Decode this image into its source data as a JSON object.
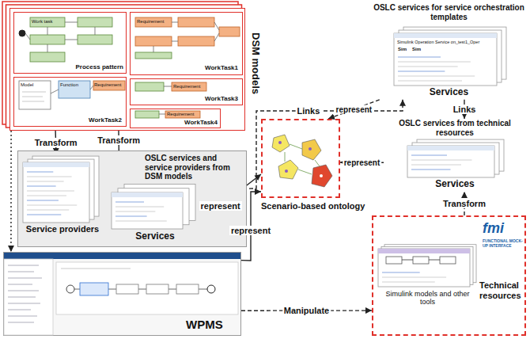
{
  "diagram": {
    "nodes": [
      {
        "text": [
          "DSM models"
        ]
      },
      {
        "text": [
          "Process pattern"
        ],
        "in": 0
      },
      {
        "text": [
          "WorkTask1"
        ],
        "in": 0
      },
      {
        "text": [
          "WorkTask2"
        ],
        "in": 0
      },
      {
        "text": [
          "WorkTask3"
        ],
        "in": 0
      },
      {
        "text": [
          "WorkTask4"
        ],
        "in": 0
      },
      {
        "text": [
          "OSLC services for service orchestration templates",
          "Services"
        ]
      },
      {
        "text": [
          "OSLC services from technical resources",
          "Services"
        ]
      },
      {
        "text": [
          "OSLC services and service providers from DSM models"
        ]
      },
      {
        "text": [
          "Service providers"
        ],
        "in": 8
      },
      {
        "text": [
          "Services"
        ],
        "in": 8
      },
      {
        "text": [
          "Scenario-based ontology"
        ]
      },
      {
        "text": [
          "WPMS"
        ]
      },
      {
        "text": [
          "Technical resources"
        ]
      },
      {
        "text": [
          "Simulink models and other tools"
        ],
        "in": 13
      }
    ],
    "edges": [
      {
        "from": 0,
        "to": 12,
        "arrow": "to"
      },
      {
        "from": 0,
        "to": 9,
        "label": "Transform",
        "arrow": "to"
      },
      {
        "from": 0,
        "to": 10,
        "label": "Transform",
        "arrow": "to"
      },
      {
        "from": 10,
        "to": 6,
        "label": "Links",
        "arrow": "to"
      },
      {
        "from": 6,
        "to": 7,
        "label": "Links",
        "arrow": "to"
      },
      {
        "from": 6,
        "to": 11,
        "label": "represent",
        "arrow": "to"
      },
      {
        "from": 10,
        "to": 11,
        "label": "represent",
        "arrow": "to"
      },
      {
        "from": 7,
        "to": 11,
        "label": "represent",
        "arrow": "to"
      },
      {
        "from": 12,
        "to": 11,
        "label": "represent",
        "arrow": "to"
      },
      {
        "from": 13,
        "to": 7,
        "label": "Transform",
        "arrow": "to"
      },
      {
        "from": 12,
        "to": 13,
        "label": "Manipulate",
        "arrow": "to"
      }
    ],
    "labels": [
      "Work task",
      "Requirement",
      "Function",
      "Model",
      "Requirement",
      "Requirement",
      "Requirement",
      "Sim",
      "Sim",
      "Simulink Operation Service on_test1_Oper",
      "fmi",
      "FUNCTIONAL MOCK-UP INTERFACE"
    ]
  }
}
